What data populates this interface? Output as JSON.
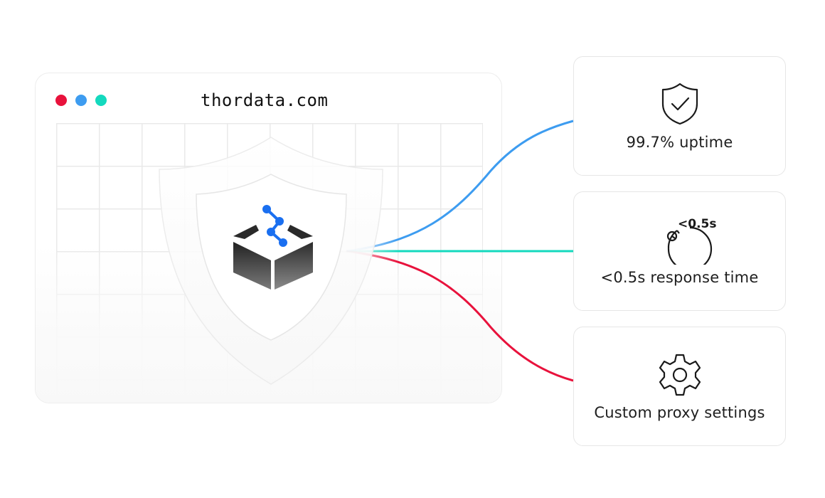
{
  "browser": {
    "domain": "thordata.com",
    "dots": [
      "#e8123c",
      "#3d9cf0",
      "#14d9be"
    ]
  },
  "hub": {
    "icon": "proxy-box-icon",
    "accent": "#1a6ff0"
  },
  "connections": [
    {
      "target": "uptime",
      "color": "#3d9cf0"
    },
    {
      "target": "response",
      "color": "#14d9be"
    },
    {
      "target": "proxy",
      "color": "#e8123c"
    }
  ],
  "features": {
    "uptime": {
      "label": "99.7% uptime",
      "icon": "shield-check-icon"
    },
    "response": {
      "label": "<0.5s response time",
      "icon": "timer-icon",
      "badge": "<0.5s"
    },
    "proxy": {
      "label": "Custom proxy settings",
      "icon": "gear-icon"
    }
  }
}
